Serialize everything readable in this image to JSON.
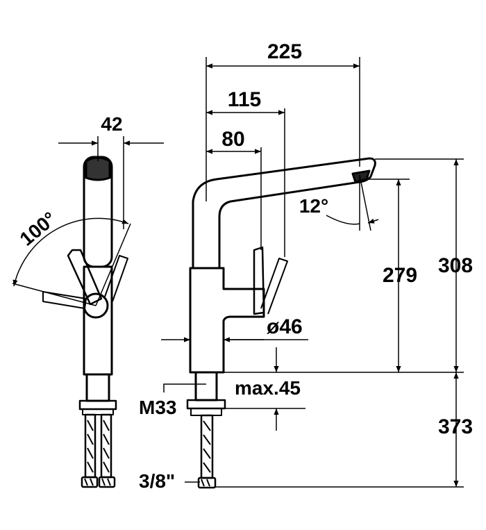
{
  "drawing": {
    "ink_color": "#000000",
    "background": "#ffffff",
    "dimensions": {
      "width_42": "42",
      "angle_100": "100°",
      "length_225": "225",
      "length_115": "115",
      "length_80": "80",
      "angle_12": "12°",
      "height_279": "279",
      "height_308": "308",
      "diameter_46": "ø46",
      "max_45": "max.45",
      "thread_m33": "M33",
      "height_373": "373",
      "hose_3_8": "3/8\""
    }
  }
}
